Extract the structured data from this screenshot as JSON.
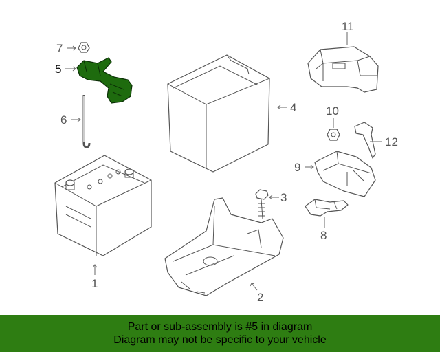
{
  "callouts": {
    "c1": "1",
    "c2": "2",
    "c3": "3",
    "c4": "4",
    "c5": "5",
    "c6": "6",
    "c7": "7",
    "c8": "8",
    "c9": "9",
    "c10": "10",
    "c11": "11",
    "c12": "12"
  },
  "highlight_part": "5",
  "highlight_color": "#1e6b0e",
  "banner": {
    "line1": "Part or sub-assembly is #5 in diagram",
    "line2": "Diagram may not be specific to your vehicle",
    "background": "#2e7d12"
  }
}
